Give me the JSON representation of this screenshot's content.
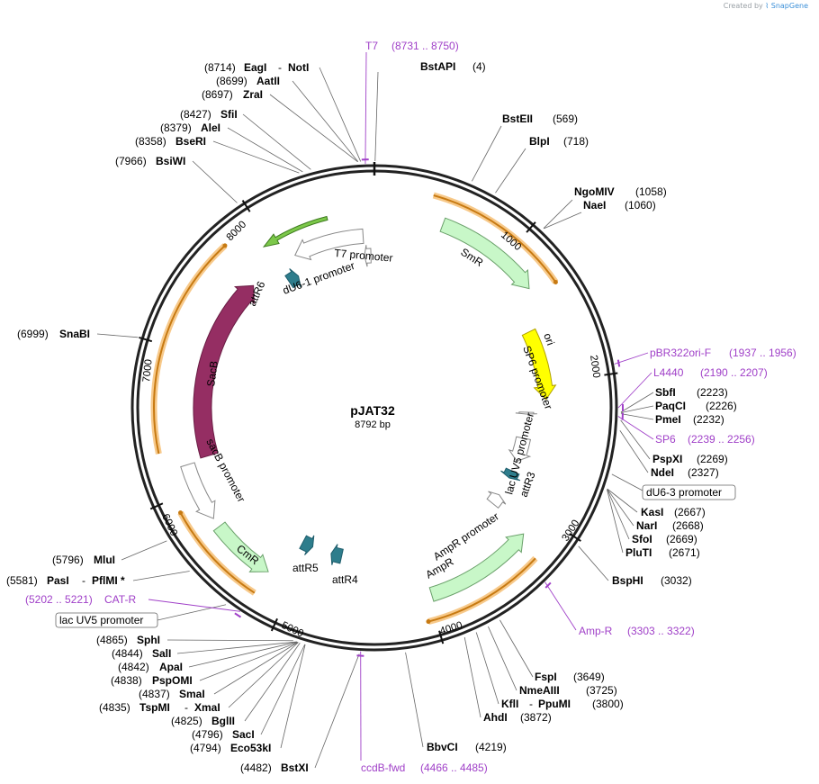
{
  "credit": {
    "prefix": "Created by",
    "brand": "SnapGene"
  },
  "plasmid": {
    "name": "pJAT32",
    "length": "8792 bp",
    "bp": 8792
  },
  "ticks": [
    "1000",
    "2000",
    "3000",
    "4000",
    "5000",
    "6000",
    "7000",
    "8000"
  ],
  "features": [
    {
      "id": "smr",
      "label": "SmR",
      "start": 500,
      "end": 1280,
      "ring": "inner",
      "color": "#c8f7c8",
      "stroke": "#6aa06a",
      "dir": 1
    },
    {
      "id": "ori",
      "label": "ori",
      "start": 1560,
      "end": 2130,
      "ring": "inner2",
      "color": "#ffff00",
      "stroke": "#b0a000",
      "dir": 1
    },
    {
      "id": "sp6prom",
      "label": "SP6 promoter",
      "start": 2239,
      "end": 2256,
      "ring": "inner3",
      "color": "#ffffff",
      "stroke": "#888",
      "dir": 1
    },
    {
      "id": "lacuv5",
      "label": "lac UV5 promoter",
      "start": 2480,
      "end": 2700,
      "ring": "inner3",
      "color": "#ffffff",
      "stroke": "#888",
      "dir": 1
    },
    {
      "id": "attr3",
      "label": "attR3",
      "start": 2800,
      "end": 2870,
      "ring": "inner3",
      "color": "#2e7d8c",
      "stroke": "#1e5d6c",
      "dir": 1
    },
    {
      "id": "ampprom",
      "label": "AmpR promoter",
      "start": 3050,
      "end": 3150,
      "ring": "inner3",
      "color": "#ffffff",
      "stroke": "#888",
      "dir": -1
    },
    {
      "id": "ampr",
      "label": "AmpR",
      "start": 3180,
      "end": 3980,
      "ring": "inner",
      "color": "#c8f7c8",
      "stroke": "#6aa06a",
      "dir": -1
    },
    {
      "id": "attr4",
      "label": "attR4",
      "start": 4700,
      "end": 4800,
      "ring": "inner3",
      "color": "#2e7d8c",
      "stroke": "#1e5d6c",
      "dir": 1
    },
    {
      "id": "attr5",
      "label": "attR5",
      "start": 4980,
      "end": 5080,
      "ring": "inner3",
      "color": "#2e7d8c",
      "stroke": "#1e5d6c",
      "dir": -1
    },
    {
      "id": "cmr",
      "label": "CmR",
      "start": 5200,
      "end": 5680,
      "ring": "inner",
      "color": "#c8f7c8",
      "stroke": "#6aa06a",
      "dir": -1
    },
    {
      "id": "sacbprom",
      "label": "sacB promoter",
      "start": 5750,
      "end": 6180,
      "ring": "inner",
      "color": "#ffffff",
      "stroke": "#888",
      "dir": -1
    },
    {
      "id": "sacb",
      "label": "SacB",
      "start": 6200,
      "end": 7700,
      "ring": "inner2",
      "color": "#952e63",
      "stroke": "#6a1d44",
      "dir": 1
    },
    {
      "id": "attr6",
      "label": "attR6",
      "start": 7960,
      "end": 8060,
      "ring": "inner3",
      "color": "#2e7d8c",
      "stroke": "#1e5d6c",
      "dir": 1
    },
    {
      "id": "du6prom",
      "label": "dU6-1 promoter",
      "start": 8120,
      "end": 8700,
      "ring": "inner2",
      "color": "#ffffff",
      "stroke": "#888",
      "dir": -1
    },
    {
      "id": "t7prom",
      "label": "T7 promoter",
      "start": 8700,
      "end": 8760,
      "ring": "inner3",
      "color": "#ffffff",
      "stroke": "#888",
      "dir": -1
    },
    {
      "id": "greenarrow",
      "label": "",
      "start": 7950,
      "end": 8450,
      "ring": "inner",
      "color": "#7cc84a",
      "stroke": "#3d7a1e",
      "dir": -1
    }
  ],
  "orangeArcs": [
    {
      "start": 380,
      "end": 1350
    },
    {
      "start": 3250,
      "end": 4050
    },
    {
      "start": 5200,
      "end": 5900
    },
    {
      "start": 6300,
      "end": 7750
    }
  ],
  "enzymes_right": [
    {
      "name": "BstAPI",
      "pos": "(4)"
    },
    {
      "name": "BstEII",
      "pos": "(569)"
    },
    {
      "name": "BlpI",
      "pos": "(718)"
    },
    {
      "name": "NgoMIV",
      "pos": "(1058)"
    },
    {
      "name": "NaeI",
      "pos": "(1060)"
    },
    {
      "name": "SbfI",
      "pos": "(2223)"
    },
    {
      "name": "PaqCI",
      "pos": "(2226)"
    },
    {
      "name": "PmeI",
      "pos": "(2232)"
    },
    {
      "name": "PspXI",
      "pos": "(2269)"
    },
    {
      "name": "NdeI",
      "pos": "(2327)"
    },
    {
      "name": "KasI",
      "pos": "(2667)"
    },
    {
      "name": "NarI",
      "pos": "(2668)"
    },
    {
      "name": "SfoI",
      "pos": "(2669)"
    },
    {
      "name": "PluTI",
      "pos": "(2671)"
    },
    {
      "name": "BspHI",
      "pos": "(3032)"
    },
    {
      "name": "FspI",
      "pos": "(3649)"
    },
    {
      "name": "NmeAIII",
      "pos": "(3725)"
    },
    {
      "name": "KflI",
      "name2": "PpuMI",
      "pos": "(3800)"
    },
    {
      "name": "AhdI",
      "pos": "(3872)"
    },
    {
      "name": "BbvCI",
      "pos": "(4219)"
    }
  ],
  "enzymes_left": [
    {
      "name": "EagI",
      "name2": "NotI",
      "pos": "(8714)"
    },
    {
      "name": "AatII",
      "pos": "(8699)"
    },
    {
      "name": "ZraI",
      "pos": "(8697)"
    },
    {
      "name": "SfiI",
      "pos": "(8427)"
    },
    {
      "name": "AleI",
      "pos": "(8379)"
    },
    {
      "name": "BseRI",
      "pos": "(8358)"
    },
    {
      "name": "BsiWI",
      "pos": "(7966)"
    },
    {
      "name": "SnaBI",
      "pos": "(6999)"
    },
    {
      "name": "MluI",
      "pos": "(5796)"
    },
    {
      "name": "PasI",
      "name2": "PflMI *",
      "pos": "(5581)"
    },
    {
      "name": "SphI",
      "pos": "(4865)"
    },
    {
      "name": "SalI",
      "pos": "(4844)"
    },
    {
      "name": "ApaI",
      "pos": "(4842)"
    },
    {
      "name": "PspOMI",
      "pos": "(4838)"
    },
    {
      "name": "SmaI",
      "pos": "(4837)"
    },
    {
      "name": "TspMI",
      "name2": "XmaI",
      "pos": "(4835)"
    },
    {
      "name": "BglII",
      "pos": "(4825)"
    },
    {
      "name": "SacI",
      "pos": "(4796)"
    },
    {
      "name": "Eco53kI",
      "pos": "(4794)"
    },
    {
      "name": "BstXI",
      "pos": "(4482)"
    }
  ],
  "primers": [
    {
      "name": "T7",
      "range": "(8731 .. 8750)"
    },
    {
      "name": "pBR322ori-F",
      "range": "(1937 .. 1956)"
    },
    {
      "name": "L4440",
      "range": "(2190 .. 2207)"
    },
    {
      "name": "SP6",
      "range": "(2239 .. 2256)"
    },
    {
      "name": "Amp-R",
      "range": "(3303 .. 3322)"
    },
    {
      "name": "ccdB-fwd",
      "range": "(4466 .. 4485)"
    },
    {
      "name": "CAT-R",
      "range": "(5202 .. 5221)"
    }
  ],
  "boxed": [
    {
      "label": "dU6-3 promoter"
    },
    {
      "label": "lac UV5 promoter"
    }
  ]
}
